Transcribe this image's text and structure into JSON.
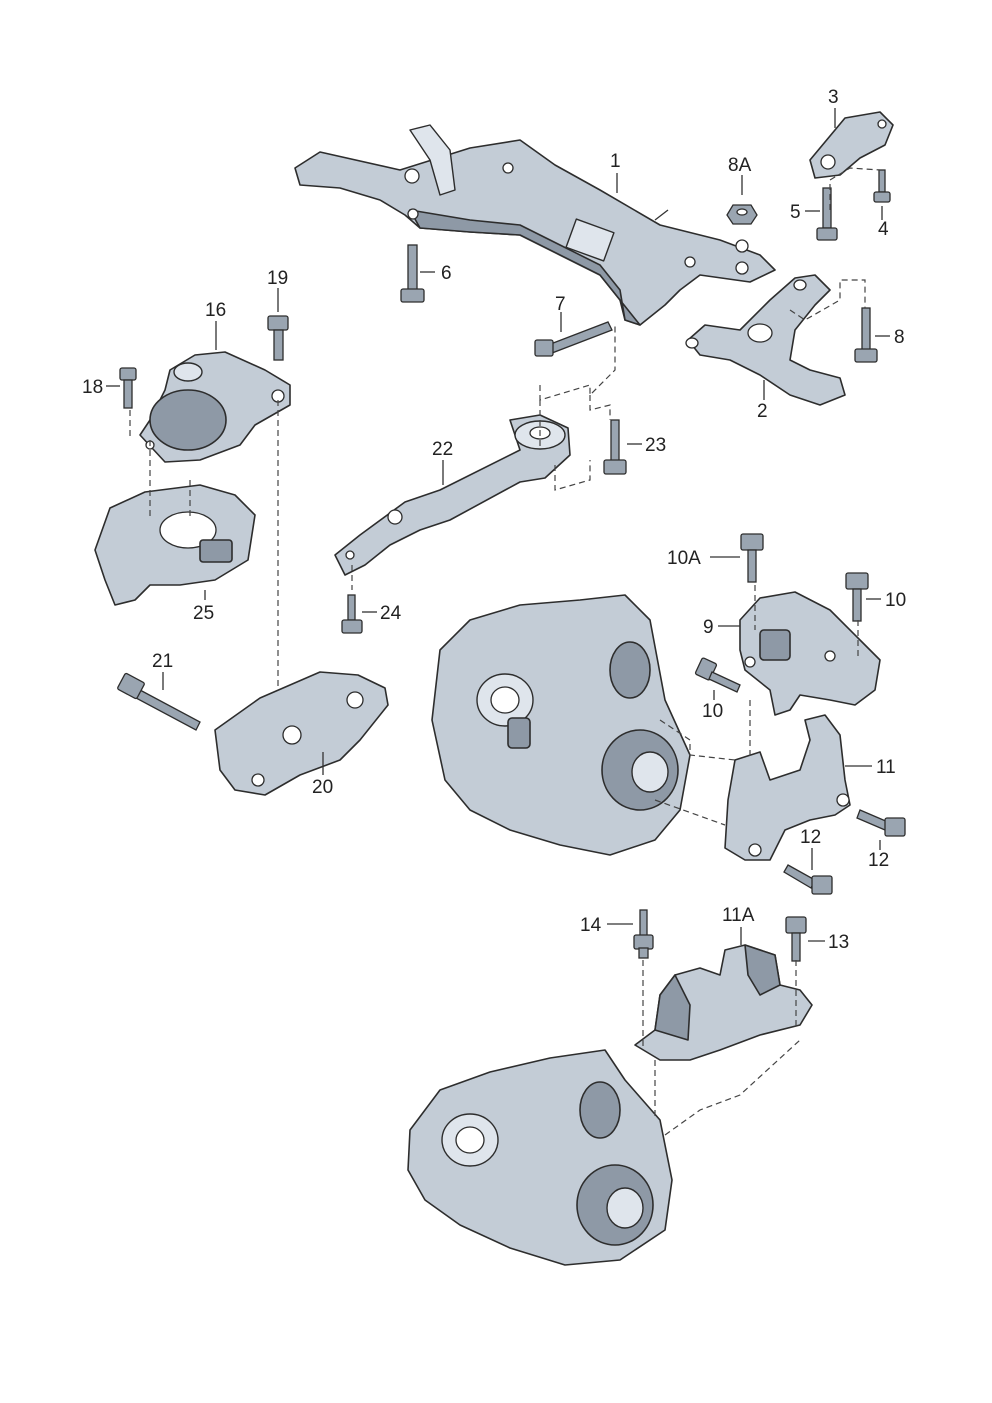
{
  "diagram": {
    "labels": [
      {
        "id": "1",
        "text": "1"
      },
      {
        "id": "2",
        "text": "2"
      },
      {
        "id": "3",
        "text": "3"
      },
      {
        "id": "4",
        "text": "4"
      },
      {
        "id": "5",
        "text": "5"
      },
      {
        "id": "6",
        "text": "6"
      },
      {
        "id": "7",
        "text": "7"
      },
      {
        "id": "8",
        "text": "8"
      },
      {
        "id": "8A",
        "text": "8A"
      },
      {
        "id": "9",
        "text": "9"
      },
      {
        "id": "10a",
        "text": "10"
      },
      {
        "id": "10b",
        "text": "10"
      },
      {
        "id": "10A",
        "text": "10A"
      },
      {
        "id": "11",
        "text": "11"
      },
      {
        "id": "11A",
        "text": "11A"
      },
      {
        "id": "12a",
        "text": "12"
      },
      {
        "id": "12b",
        "text": "12"
      },
      {
        "id": "13",
        "text": "13"
      },
      {
        "id": "14",
        "text": "14"
      },
      {
        "id": "16",
        "text": "16"
      },
      {
        "id": "18",
        "text": "18"
      },
      {
        "id": "19",
        "text": "19"
      },
      {
        "id": "20",
        "text": "20"
      },
      {
        "id": "21",
        "text": "21"
      },
      {
        "id": "22",
        "text": "22"
      },
      {
        "id": "23",
        "text": "23"
      },
      {
        "id": "24",
        "text": "24"
      },
      {
        "id": "25",
        "text": "25"
      }
    ],
    "colors": {
      "part_fill": "#c3ccd6",
      "part_shadow": "#8e99a6",
      "outline": "#2d2d2d",
      "background": "#ffffff"
    }
  }
}
